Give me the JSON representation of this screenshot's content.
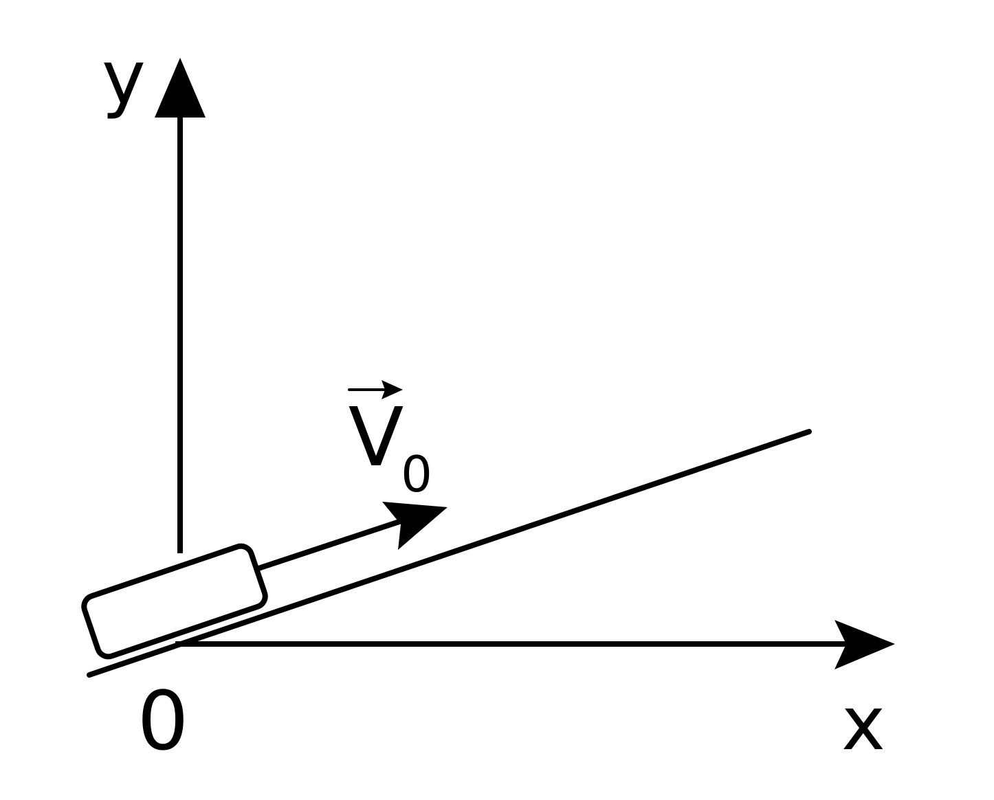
{
  "labels": {
    "y_axis": "y",
    "x_axis": "x",
    "origin": "0",
    "velocity_symbol": "V",
    "velocity_subscript": "0"
  },
  "colors": {
    "stroke": "#000000",
    "background": "#ffffff",
    "block_fill": "#ffffff"
  }
}
